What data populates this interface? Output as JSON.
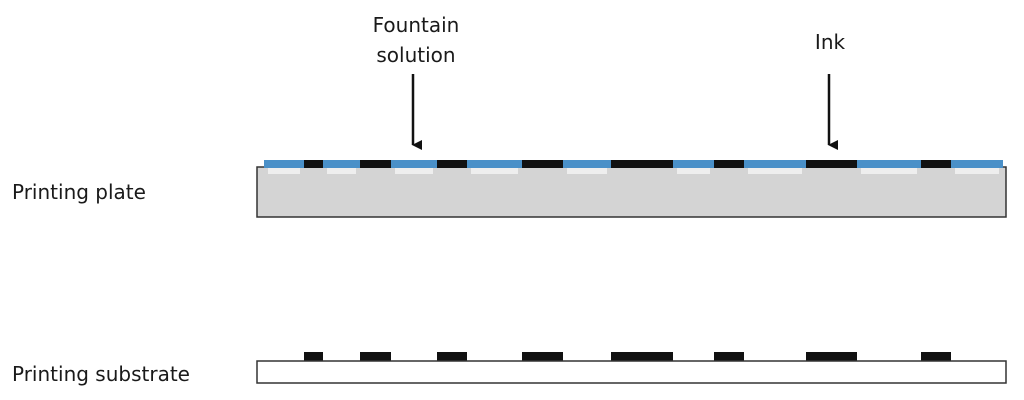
{
  "labels": {
    "fountain_line1": "Fountain",
    "fountain_line2": "solution",
    "ink": "Ink",
    "plate": "Printing plate",
    "substrate": "Printing substrate"
  },
  "colors": {
    "plate_fill": "#d4d4d4",
    "plate_border": "#333333",
    "fountain_solution": "#4a90c8",
    "ink": "#111111",
    "nonimage_highlight": "#eeeeee",
    "substrate_fill": "#ffffff"
  },
  "icons": [
    "arrow-down-icon",
    "arrow-down-icon"
  ]
}
